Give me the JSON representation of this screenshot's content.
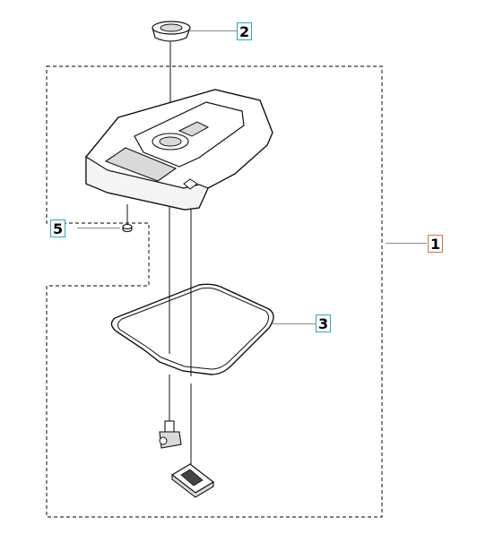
{
  "diagram": {
    "type": "exploded-parts-view",
    "colors": {
      "line": "#111111",
      "fill": "#ffffff",
      "shade": "#d9d9d9",
      "dash": "#333333",
      "leader": "#8a8a8a",
      "callout_blue": "#27a9c9",
      "callout_red": "#e36b37"
    },
    "callouts": [
      {
        "id": "1",
        "label": "1",
        "border": "#e36b37"
      },
      {
        "id": "2",
        "label": "2",
        "border": "#27a9c9"
      },
      {
        "id": "3",
        "label": "3",
        "border": "#27a9c9"
      },
      {
        "id": "5",
        "label": "5",
        "border": "#27a9c9"
      }
    ],
    "parts": [
      {
        "ref": "1",
        "name": "housing-cover"
      },
      {
        "ref": "2",
        "name": "cap"
      },
      {
        "ref": "3",
        "name": "gasket"
      },
      {
        "ref": "5",
        "name": "screw"
      }
    ]
  }
}
